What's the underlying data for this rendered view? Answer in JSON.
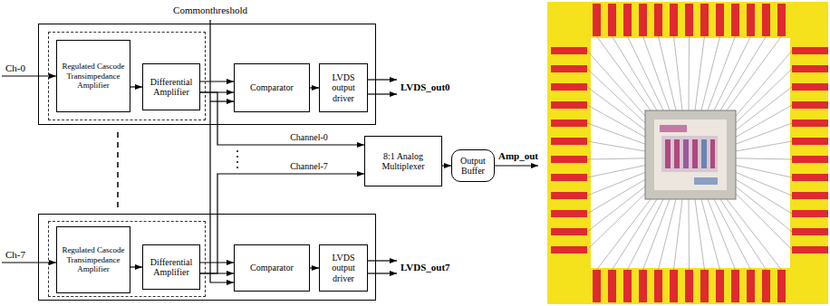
{
  "diagram": {
    "nodes": [
      {
        "text": []
      },
      {
        "text": [],
        "in": 0
      },
      {
        "text": [
          "Regulated Cascode Transimpedance Amplifier"
        ],
        "in": 1
      },
      {
        "text": [
          "Differential Amplifier"
        ],
        "in": 1
      },
      {
        "text": [
          "Comparator"
        ],
        "in": 0
      },
      {
        "text": [
          "LVDS output driver"
        ],
        "in": 0
      },
      {
        "text": []
      },
      {
        "text": [],
        "in": 6
      },
      {
        "text": [
          "Regulated Cascode Transimpedance Amplifier"
        ],
        "in": 7
      },
      {
        "text": [
          "Differential Amplifier"
        ],
        "in": 7
      },
      {
        "text": [
          "Comparator"
        ],
        "in": 6
      },
      {
        "text": [
          "LVDS output driver"
        ],
        "in": 6
      },
      {
        "text": [
          "8:1 Analog Multiplexer"
        ]
      },
      {
        "text": [
          "Output Buffer"
        ]
      }
    ],
    "edges": [
      {
        "from": 2,
        "to": 3,
        "arrow": "to"
      },
      {
        "from": 3,
        "to": 4,
        "arrow": "to"
      },
      {
        "from": 3,
        "to": 4,
        "arrow": "to"
      },
      {
        "from": 4,
        "to": 5,
        "arrow": "to"
      },
      {
        "from": 8,
        "to": 9,
        "arrow": "to"
      },
      {
        "from": 9,
        "to": 10,
        "arrow": "to"
      },
      {
        "from": 9,
        "to": 10,
        "arrow": "to"
      },
      {
        "from": 10,
        "to": 11,
        "arrow": "to"
      },
      {
        "from": 3,
        "to": 12,
        "label": "Channel-0",
        "arrow": "to"
      },
      {
        "from": 9,
        "to": 12,
        "label": "Channel-7",
        "arrow": "to"
      },
      {
        "from": 12,
        "to": 13,
        "arrow": "to"
      }
    ],
    "labels": [
      "Commonthreshold",
      "Ch-0",
      "LVDS_out0",
      "Ch-7",
      "LVDS_out7",
      "Amp_out"
    ]
  }
}
